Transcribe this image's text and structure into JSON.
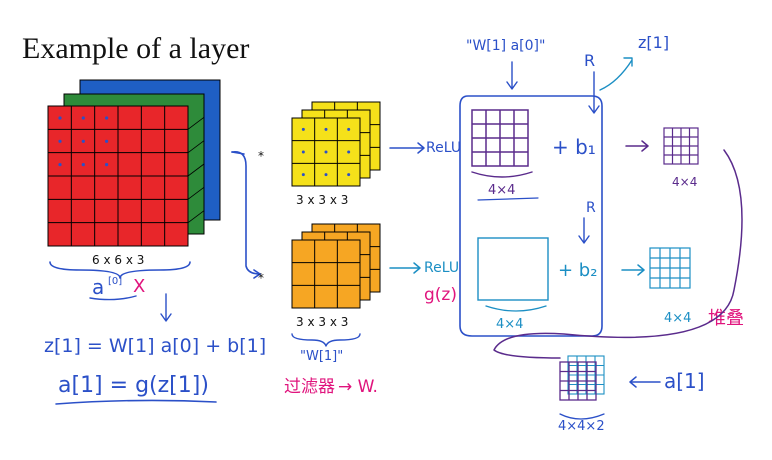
{
  "title": "Example of a layer",
  "input": {
    "dims": "6 x 6 x 3",
    "symbol": "a",
    "superscript": "[0]",
    "mark": "X",
    "colors": [
      "#e8262a",
      "#2e8b3a",
      "#1f5fc4"
    ]
  },
  "filters": [
    {
      "dims": "3 x 3 x 3",
      "color": "#f5e11a",
      "op": "*"
    },
    {
      "dims": "3 x 3 x 3",
      "color": "#f6a623",
      "op": "*"
    }
  ],
  "equations": {
    "z": "z[1] = W[1] a[0] + b[1]",
    "a": "a[1] = g(z[1])"
  },
  "annotations": {
    "relu_1": "ReLU",
    "relu_2": "ReLU",
    "w_top": "\"W[1]  a[0]\"",
    "r_top": "R",
    "z_top": "z[1]",
    "b1": "+ b₁",
    "b2": "+ b₂",
    "size_1": "4×4",
    "size_2": "4×4",
    "out_1": "4×4",
    "out_2": "4×4",
    "r_mid": "R",
    "gz": "g(z)",
    "stack_cn": "堆叠",
    "filter_cn": "过滤器",
    "w_filter": "\"W[1]\"",
    "arrow_w": "→ W.",
    "final_size": "4×4×2",
    "a1_right": "a[1]"
  }
}
